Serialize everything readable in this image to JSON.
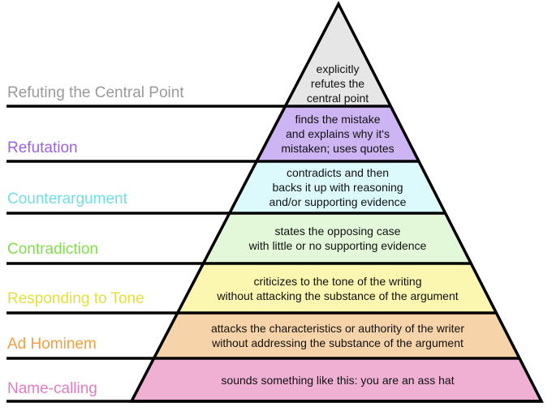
{
  "levels": [
    {
      "label": "Refuting the Central Point",
      "description": [
        "explicitly",
        "refutes the",
        "central point"
      ],
      "fill": "#e6e6e6",
      "label_color": "#9a9a9a"
    },
    {
      "label": "Refutation",
      "description": [
        "finds the mistake",
        "and explains why it's",
        "mistaken; uses quotes"
      ],
      "fill": "#cdb4f2",
      "label_color": "#9c62e2"
    },
    {
      "label": "Counterargument",
      "description": [
        "contradicts and then",
        "backs it up with reasoning",
        "and/or supporting evidence"
      ],
      "fill": "#dcfafc",
      "label_color": "#72dce8"
    },
    {
      "label": "Contradiction",
      "description": [
        "states the opposing case",
        "with little or no supporting evidence"
      ],
      "fill": "#e2f8d8",
      "label_color": "#80de4e"
    },
    {
      "label": "Responding to Tone",
      "description": [
        "criticizes to the tone of the writing",
        "without attacking the substance of the argument"
      ],
      "fill": "#fbf6b0",
      "label_color": "#e6de3c"
    },
    {
      "label": "Ad Hominem",
      "description": [
        "attacks the characteristics or authority of the writer",
        "without addressing the substance of the argument"
      ],
      "fill": "#f6d3a8",
      "label_color": "#f0a040"
    },
    {
      "label": "Name-calling",
      "description": [
        "sounds something like this: you are an ass hat"
      ],
      "fill": "#f0b0d4",
      "label_color": "#e07cc2"
    }
  ]
}
